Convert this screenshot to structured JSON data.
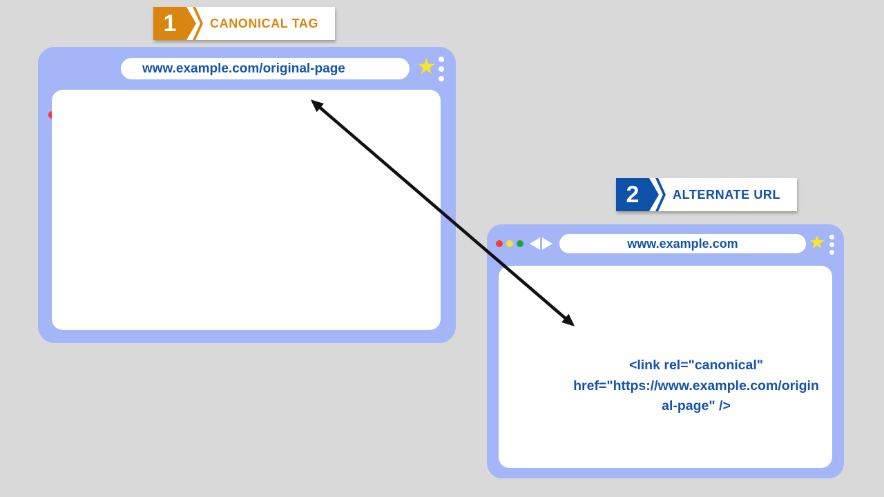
{
  "badge1": {
    "number": "1",
    "label": "CANONICAL TAG"
  },
  "badge2": {
    "number": "2",
    "label": "ALTERNATE URL"
  },
  "browser1": {
    "url": "www.example.com/original-page"
  },
  "browser2": {
    "url": "www.example.com",
    "code_lines": [
      "<link rel=\"canonical\"",
      "href=\"https://www.example.com/origin",
      "al-page\" />"
    ]
  },
  "icons": {
    "star": "★"
  },
  "colors": {
    "background": "#d9d9d9",
    "badge1_orange": "#d8860f",
    "badge2_blue": "#0d52a8",
    "browser_chrome": "#a4b5f8",
    "url_text": "#1353a8",
    "code_text": "#1353a8",
    "traffic_red": "#f23b3b",
    "traffic_yellow": "#f6e33c",
    "traffic_green": "#17a838",
    "star_yellow": "#f6e434",
    "arrow_black": "#111111"
  }
}
